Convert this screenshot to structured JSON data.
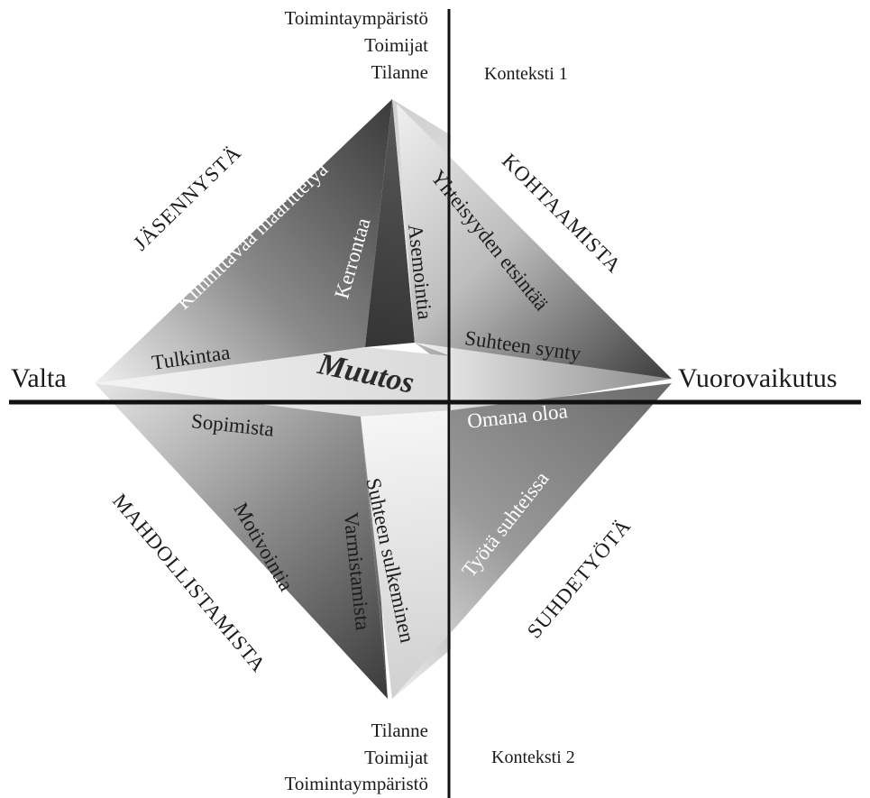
{
  "top_stack": [
    "Toimintaympäristö",
    "Toimijat",
    "Tilanne"
  ],
  "bottom_stack": [
    "Tilanne",
    "Toimijat",
    "Toimintaympäristö"
  ],
  "context_top": "Konteksti 1",
  "context_bottom": "Konteksti 2",
  "axis_left": "Valta",
  "axis_right": "Vuorovaikutus",
  "center": "Muutos",
  "corners": {
    "top_left": "JÄSENNYSTÄ",
    "top_right": "KOHTAAMISTA",
    "bottom_left": "MAHDOLLISTAMISTA",
    "bottom_right": "SUHDETYÖTÄ"
  },
  "faces": {
    "tl_outer": "Kiinnittävää määrittelyä",
    "tl_inner": "Kerrontaa",
    "tl_low": "Tulkintaa",
    "tr_inner": "Asemointia",
    "tr_outer": "Yhteisyyden etsintää",
    "tr_low": "Suhteen synty",
    "bl_top": "Sopimista",
    "bl_mid": "Motivointia",
    "bl_inner": "Varmistamista",
    "br_inner": "Suhteen sulkeminen",
    "br_top": "Omana oloa",
    "br_mid": "Työtä suhteissa"
  }
}
